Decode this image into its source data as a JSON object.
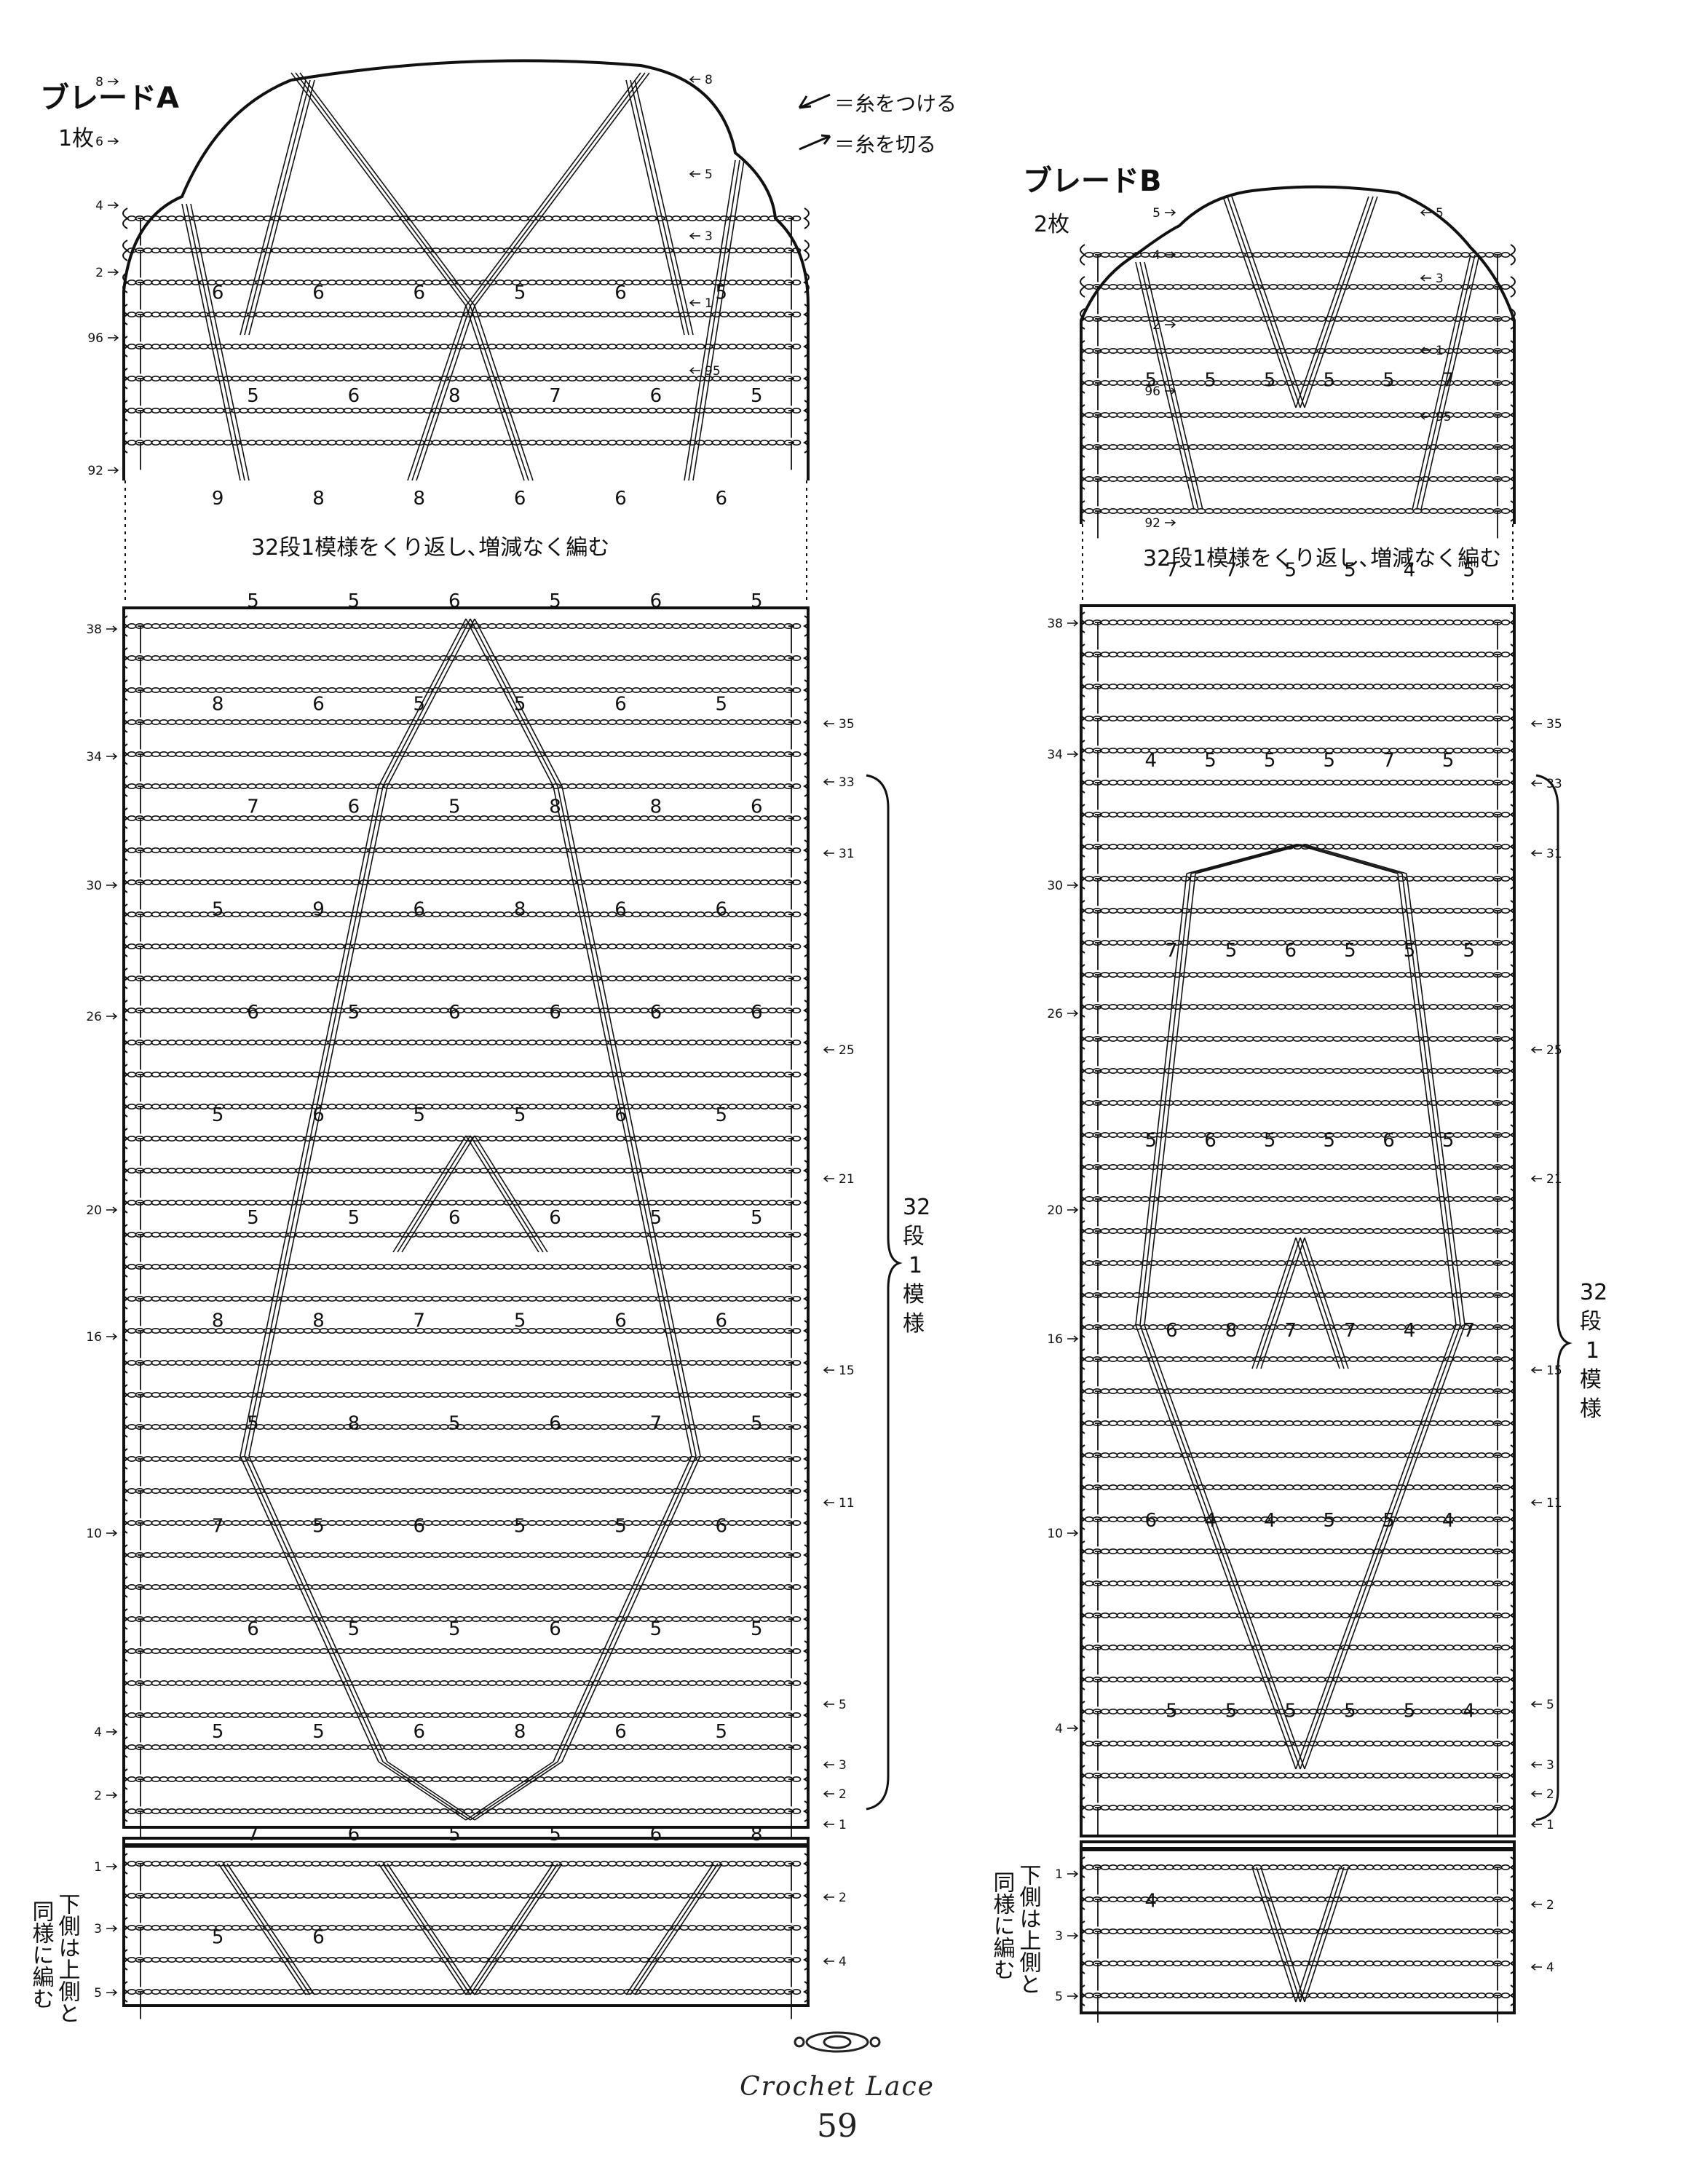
{
  "legend": {
    "attach_yarn": "＝糸をつける",
    "cut_yarn": "＝糸を切る"
  },
  "braid_a": {
    "title": "ブレードA",
    "count": "1枚",
    "repeat_note": "32段1模様をくり返し､増減なく編む",
    "pattern_label": [
      "32",
      "段",
      "1",
      "模",
      "様"
    ],
    "bottom_note": [
      "下側は上側と",
      "同様に編む"
    ],
    "top_labels_left": [
      "8",
      "6",
      "4",
      "2",
      "96",
      "92"
    ],
    "top_labels_right": [
      "8",
      "5",
      "3",
      "1",
      "95"
    ],
    "main_labels_left": [
      "38",
      "34",
      "30",
      "26",
      "20",
      "16",
      "10",
      "4",
      "2"
    ],
    "main_labels_right": [
      "35",
      "33",
      "31",
      "25",
      "21",
      "15",
      "11",
      "5",
      "3",
      "2",
      "1"
    ],
    "bottom_labels_left": [
      "1",
      "3",
      "5"
    ],
    "bottom_labels_right": [
      "2",
      "4"
    ],
    "chain_counts": [
      "6",
      "6",
      "6",
      "5",
      "6",
      "5",
      "5",
      "6",
      "8",
      "7",
      "6",
      "5",
      "9",
      "8",
      "8",
      "6",
      "6",
      "6",
      "5",
      "5",
      "6",
      "5",
      "6",
      "5",
      "8",
      "6",
      "5",
      "5",
      "6",
      "5",
      "7",
      "6",
      "5",
      "8",
      "8",
      "6",
      "5",
      "9",
      "6",
      "8",
      "6",
      "6",
      "6",
      "5",
      "6",
      "6",
      "6",
      "6",
      "5",
      "6",
      "5",
      "5",
      "6",
      "5",
      "5",
      "5",
      "6",
      "6",
      "5",
      "5",
      "8",
      "8",
      "7",
      "5",
      "6",
      "6",
      "5",
      "8",
      "5",
      "6",
      "7",
      "5",
      "7",
      "5",
      "6",
      "5",
      "5",
      "6",
      "6",
      "5",
      "5",
      "6",
      "5",
      "5",
      "5",
      "5",
      "6",
      "8",
      "6",
      "5",
      "7",
      "6",
      "5",
      "5",
      "6",
      "8",
      "5",
      "6"
    ]
  },
  "braid_b": {
    "title": "ブレードB",
    "count": "2枚",
    "repeat_note": "32段1模様をくり返し､増減なく編む",
    "pattern_label": [
      "32",
      "段",
      "1",
      "模",
      "様"
    ],
    "bottom_note": [
      "下側は上側と",
      "同様に編む"
    ],
    "top_labels_left": [
      "5",
      "4",
      "2",
      "96",
      "92"
    ],
    "top_labels_right": [
      "5",
      "3",
      "1",
      "95"
    ],
    "main_labels_left": [
      "38",
      "34",
      "30",
      "26",
      "20",
      "16",
      "10",
      "4"
    ],
    "main_labels_right": [
      "35",
      "33",
      "31",
      "25",
      "21",
      "15",
      "11",
      "5",
      "3",
      "2",
      "1"
    ],
    "bottom_labels_left": [
      "1",
      "3",
      "5"
    ],
    "bottom_labels_right": [
      "2",
      "4"
    ],
    "chain_counts": [
      "5",
      "5",
      "5",
      "5",
      "5",
      "7",
      "7",
      "7",
      "5",
      "5",
      "4",
      "5",
      "4",
      "5",
      "5",
      "5",
      "7",
      "5",
      "7",
      "5",
      "6",
      "5",
      "5",
      "5",
      "5",
      "6",
      "5",
      "5",
      "6",
      "5",
      "6",
      "8",
      "7",
      "7",
      "4",
      "7",
      "6",
      "4",
      "4",
      "5",
      "5",
      "4",
      "5",
      "5",
      "5",
      "5",
      "5",
      "4",
      "4"
    ]
  },
  "footer": {
    "brand": "Crochet Lace",
    "page": "59"
  }
}
